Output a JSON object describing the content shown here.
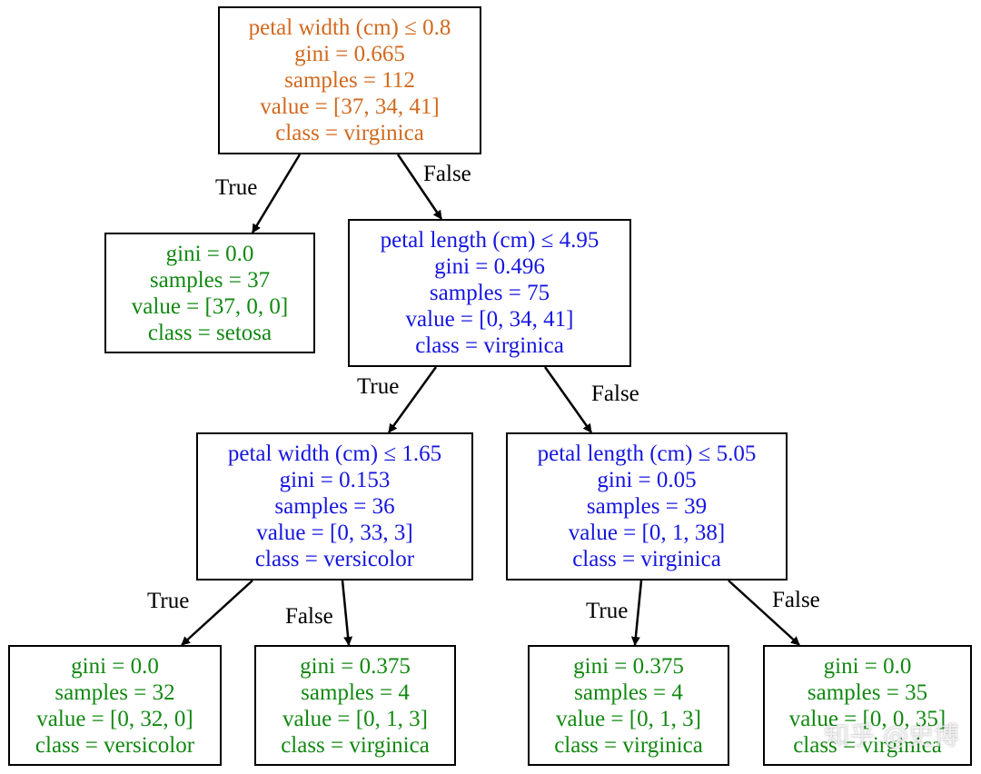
{
  "colors": {
    "root_text": "#d2691e",
    "split_text": "#1515e0",
    "leaf_text": "#118811",
    "line": "#000000"
  },
  "edge_labels": {
    "true_label": "True",
    "false_label": "False"
  },
  "nodes": {
    "root": {
      "split": "petal width (cm) ≤ 0.8",
      "gini": "gini = 0.665",
      "samples": "samples = 112",
      "value": "value = [37, 34, 41]",
      "class": "class = virginica"
    },
    "leaf_setosa": {
      "gini": "gini = 0.0",
      "samples": "samples = 37",
      "value": "value = [37, 0, 0]",
      "class": "class = setosa"
    },
    "split_len_495": {
      "split": "petal length (cm) ≤ 4.95",
      "gini": "gini = 0.496",
      "samples": "samples = 75",
      "value": "value = [0, 34, 41]",
      "class": "class = virginica"
    },
    "split_wid_165": {
      "split": "petal width (cm) ≤ 1.65",
      "gini": "gini = 0.153",
      "samples": "samples = 36",
      "value": "value = [0, 33, 3]",
      "class": "class = versicolor"
    },
    "split_len_505": {
      "split": "petal length (cm) ≤ 5.05",
      "gini": "gini = 0.05",
      "samples": "samples = 39",
      "value": "value = [0, 1, 38]",
      "class": "class = virginica"
    },
    "leaf_1": {
      "gini": "gini = 0.0",
      "samples": "samples = 32",
      "value": "value = [0, 32, 0]",
      "class": "class = versicolor"
    },
    "leaf_2": {
      "gini": "gini = 0.375",
      "samples": "samples = 4",
      "value": "value = [0, 1, 3]",
      "class": "class = virginica"
    },
    "leaf_3": {
      "gini": "gini = 0.375",
      "samples": "samples = 4",
      "value": "value = [0, 1, 3]",
      "class": "class = virginica"
    },
    "leaf_4": {
      "gini": "gini = 0.0",
      "samples": "samples = 35",
      "value": "value = [0, 0, 35]",
      "class": "class = virginica"
    }
  },
  "watermark": "知乎 @史博"
}
